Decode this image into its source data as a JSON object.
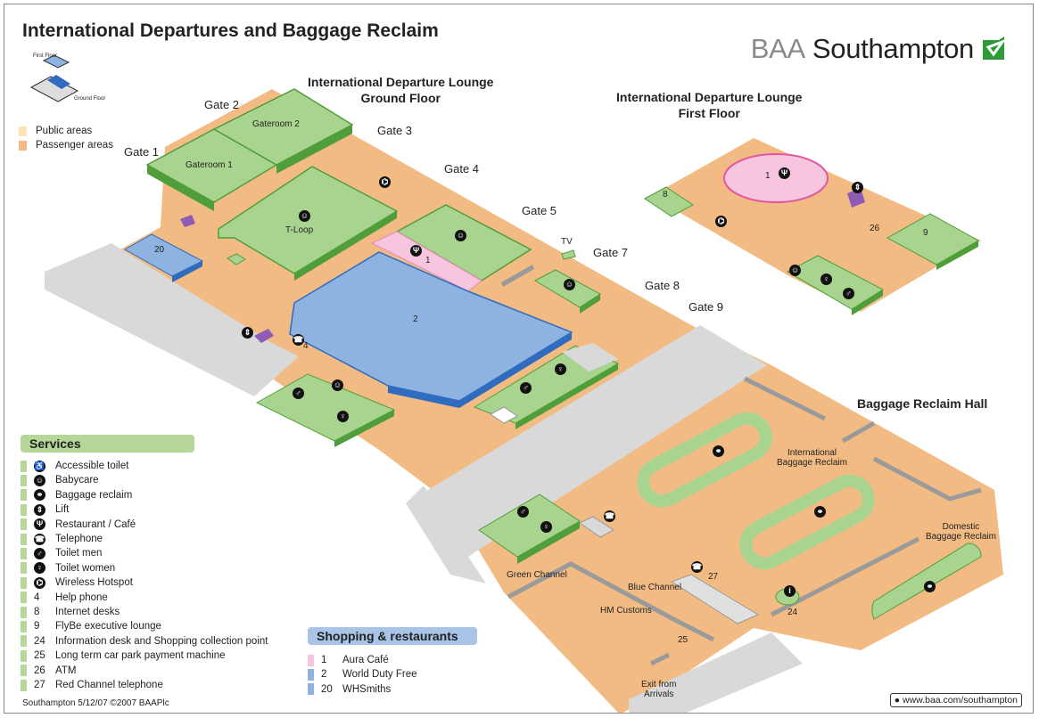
{
  "title": "International Departures and Baggage Reclaim",
  "logo": {
    "brand_left": "BAA",
    "brand_right": "Southampton"
  },
  "mini_map": {
    "first_floor": "First Floor",
    "ground_floor": "Ground Floor"
  },
  "area_key": [
    {
      "label": "Public areas",
      "color": "#fbe3b5"
    },
    {
      "label": "Passenger areas",
      "color": "#f2bb83"
    }
  ],
  "headings": {
    "ground_floor_line1": "International Departure Lounge",
    "ground_floor_line2": "Ground Floor",
    "first_floor_line1": "International Departure Lounge",
    "first_floor_line2": "First Floor",
    "baggage_hall": "Baggage Reclaim Hall"
  },
  "gates": {
    "g1": "Gate 1",
    "g2": "Gate 2",
    "g3": "Gate 3",
    "g4": "Gate 4",
    "g5": "Gate 5",
    "g7": "Gate 7",
    "g8": "Gate 8",
    "g9": "Gate 9"
  },
  "map_labels": {
    "gateroom1": "Gateroom 1",
    "gateroom2": "Gateroom 2",
    "tloop": "T-Loop",
    "tv": "TV",
    "shop1": "1",
    "shop2": "2",
    "shop20": "20",
    "ff_shop1": "1",
    "ff_8": "8",
    "ff_9": "9",
    "ff_26": "26",
    "help4": "4",
    "intl_reclaim_1": "International",
    "intl_reclaim_2": "Baggage Reclaim",
    "dom_reclaim_1": "Domestic",
    "dom_reclaim_2": "Baggage Reclaim",
    "green_channel": "Green Channel",
    "blue_channel": "Blue Channel",
    "hm_customs": "HM Customs",
    "n27": "27",
    "n24": "24",
    "n25": "25",
    "exit1": "Exit from",
    "exit2": "Arrivals"
  },
  "services_title": "Services",
  "services": [
    {
      "icon": "accessible-toilet-icon",
      "glyph": "♿",
      "label": "Accessible toilet"
    },
    {
      "icon": "babycare-icon",
      "glyph": "☺",
      "label": "Babycare"
    },
    {
      "icon": "baggage-reclaim-icon",
      "glyph": "⚭",
      "label": "Baggage reclaim"
    },
    {
      "icon": "lift-icon",
      "glyph": "⇕",
      "label": "Lift"
    },
    {
      "icon": "restaurant-icon",
      "glyph": "Ψ",
      "label": "Restaurant / Café"
    },
    {
      "icon": "telephone-icon",
      "glyph": "☎",
      "label": "Telephone"
    },
    {
      "icon": "toilet-men-icon",
      "glyph": "♂",
      "label": "Toilet men"
    },
    {
      "icon": "toilet-women-icon",
      "glyph": "♀",
      "label": "Toilet women"
    },
    {
      "icon": "wireless-hotspot-icon",
      "glyph": "⌬",
      "label": "Wireless Hotspot"
    },
    {
      "num": "4",
      "label": "Help phone"
    },
    {
      "num": "8",
      "label": "Internet desks"
    },
    {
      "num": "9",
      "label": "FlyBe executive lounge"
    },
    {
      "num": "24",
      "label": "Information desk and Shopping collection point"
    },
    {
      "num": "25",
      "label": "Long term car park payment machine"
    },
    {
      "num": "26",
      "label": "ATM"
    },
    {
      "num": "27",
      "label": "Red Channel telephone"
    }
  ],
  "shopping_title": "Shopping & restaurants",
  "shopping": [
    {
      "num": "1",
      "label": "Aura Café",
      "color": "#f7c5de"
    },
    {
      "num": "2",
      "label": "World Duty Free",
      "color": "#8fb3e0"
    },
    {
      "num": "20",
      "label": "WHSmiths",
      "color": "#8fb3e0"
    }
  ],
  "footer_left": "Southampton 5/12/07 ©2007 BAAPlc",
  "footer_right": "www.baa.com/southampton",
  "colors": {
    "passenger": "#f2bb83",
    "public": "#fbe3b5",
    "green": "#a9d490",
    "green_dark": "#4f9e3a",
    "blue": "#8fb3e0",
    "blue_dark": "#2f6cc0",
    "pink": "#f7c5de",
    "grey": "#d9d9d9",
    "purple": "#8e5bb5"
  }
}
